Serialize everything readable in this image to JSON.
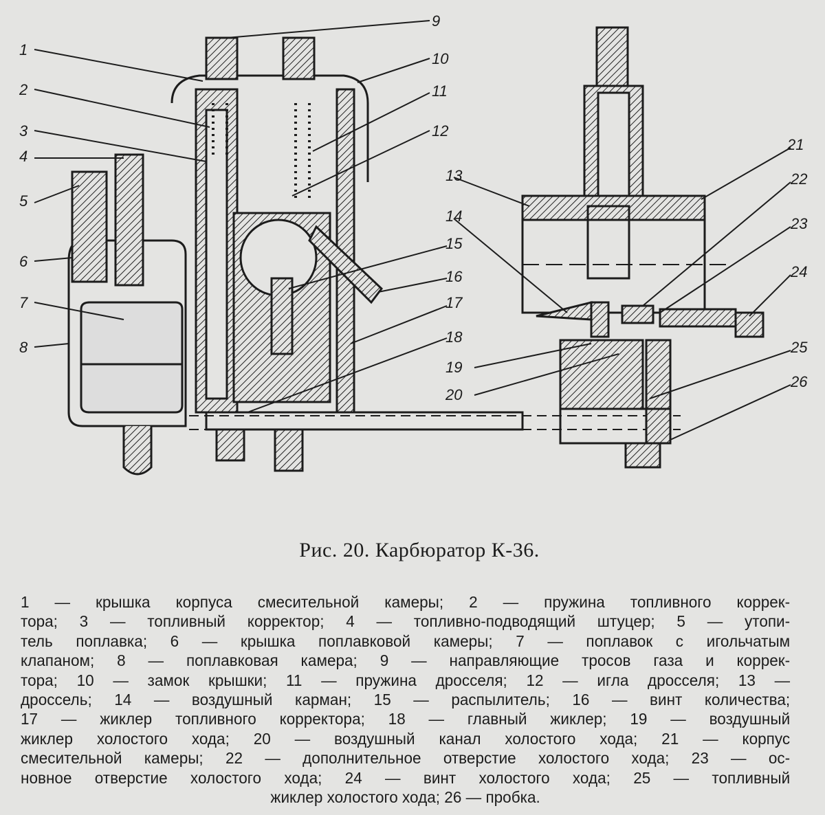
{
  "figure": {
    "callouts": [
      "1",
      "2",
      "3",
      "4",
      "5",
      "6",
      "7",
      "8",
      "9",
      "10",
      "11",
      "12",
      "13",
      "14",
      "15",
      "16",
      "17",
      "18",
      "19",
      "20",
      "21",
      "22",
      "23",
      "24",
      "25",
      "26"
    ]
  },
  "caption": "Рис.  20. Карбюратор К-36.",
  "legend_lines": [
    "1 — крышка корпуса смесительной камеры; 2 — пружина топливного коррек-",
    "тора; 3 — топливный корректор; 4 — топливно-подводящий штуцер; 5 — утопи-",
    "тель поплавка; 6 — крышка поплавковой камеры; 7 — поплавок с игольчатым",
    "клапаном; 8 — поплавковая камера; 9 — направляющие тросов газа и коррек-",
    "тора; 10 — замок крышки; 11 — пружина дросселя; 12 — игла дросселя; 13 —",
    "дроссель; 14 — воздушный карман; 15 — распылитель; 16 — винт количества;",
    "17 — жиклер топливного корректора; 18 — главный жиклер; 19 — воздушный",
    "жиклер холостого хода; 20 — воздушный канал холостого хода; 21 — корпус",
    "смесительной камеры; 22 — дополнительное отверстие холостого хода; 23 — ос-",
    "новное отверстие холостого хода; 24 — винт холостого хода; 25 — топливный",
    "жиклер холостого хода; 26 — пробка."
  ]
}
